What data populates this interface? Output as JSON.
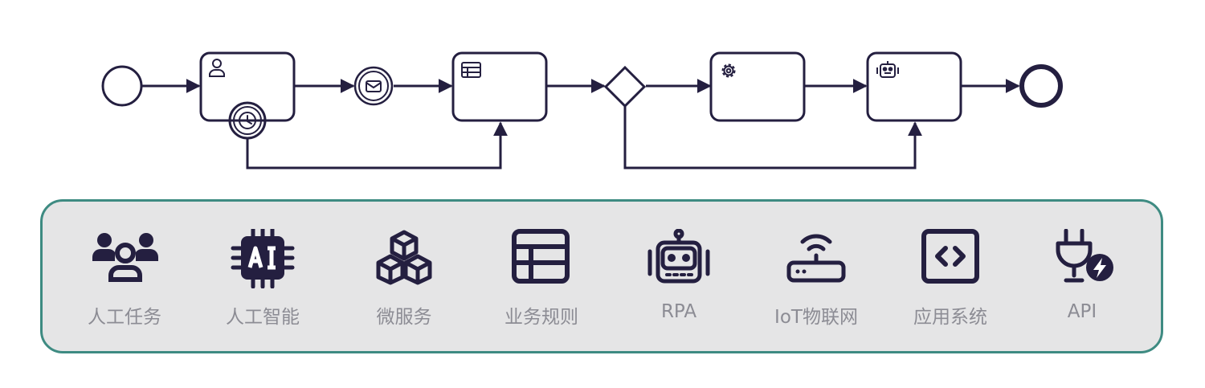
{
  "colors": {
    "ink": "#241f40",
    "panel_bg": "#e5e5e6",
    "panel_border": "#3e8b82",
    "caption": "#8c8c94"
  },
  "process": {
    "nodes": [
      {
        "kind": "start-event"
      },
      {
        "kind": "user-task",
        "icon": "user-icon",
        "boundary": "timer-icon"
      },
      {
        "kind": "message-event",
        "icon": "envelope-icon"
      },
      {
        "kind": "business-rule-task",
        "icon": "table-icon"
      },
      {
        "kind": "exclusive-gateway"
      },
      {
        "kind": "service-task",
        "icon": "gear-icon"
      },
      {
        "kind": "rpa-task",
        "icon": "robot-icon"
      },
      {
        "kind": "end-event"
      }
    ]
  },
  "capabilities": [
    {
      "label": "人工任务",
      "icon": "people-icon"
    },
    {
      "label": "人工智能",
      "icon": "ai-chip-icon"
    },
    {
      "label": "微服务",
      "icon": "cubes-icon"
    },
    {
      "label": "业务规则",
      "icon": "table-icon"
    },
    {
      "label": "RPA",
      "icon": "robot-icon"
    },
    {
      "label": "IoT物联网",
      "icon": "router-icon"
    },
    {
      "label": "应用系统",
      "icon": "code-window-icon"
    },
    {
      "label": "API",
      "icon": "plug-bolt-icon"
    }
  ]
}
